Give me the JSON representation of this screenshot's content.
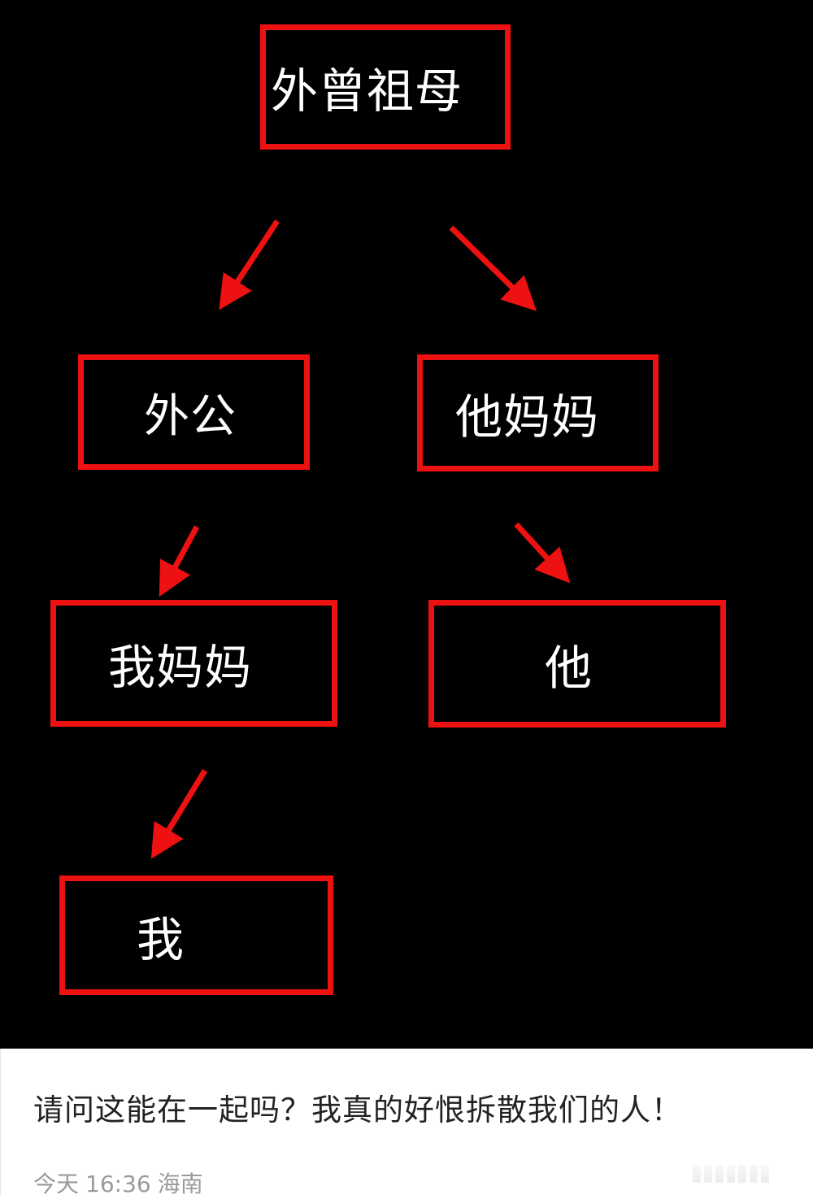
{
  "diagram": {
    "background": "#000000",
    "box_color": "#ee1111",
    "arrow_color": "#ee1111",
    "text_color": "#ffffff",
    "nodes": [
      {
        "id": "great-grandmother",
        "label": "外曾祖母"
      },
      {
        "id": "grandpa",
        "label": "外公"
      },
      {
        "id": "his-mom",
        "label": "他妈妈"
      },
      {
        "id": "my-mom",
        "label": "我妈妈"
      },
      {
        "id": "him",
        "label": "他"
      },
      {
        "id": "me",
        "label": "我"
      }
    ],
    "edges": [
      {
        "from": "外曾祖母",
        "to": "外公"
      },
      {
        "from": "外曾祖母",
        "to": "他妈妈"
      },
      {
        "from": "外公",
        "to": "我妈妈"
      },
      {
        "from": "他妈妈",
        "to": "他"
      },
      {
        "from": "我妈妈",
        "to": "我"
      }
    ]
  },
  "post": {
    "text": "请问这能在一起吗？我真的好恨拆散我们的人！",
    "date": "今天",
    "time": "16:36",
    "location": "海南"
  }
}
